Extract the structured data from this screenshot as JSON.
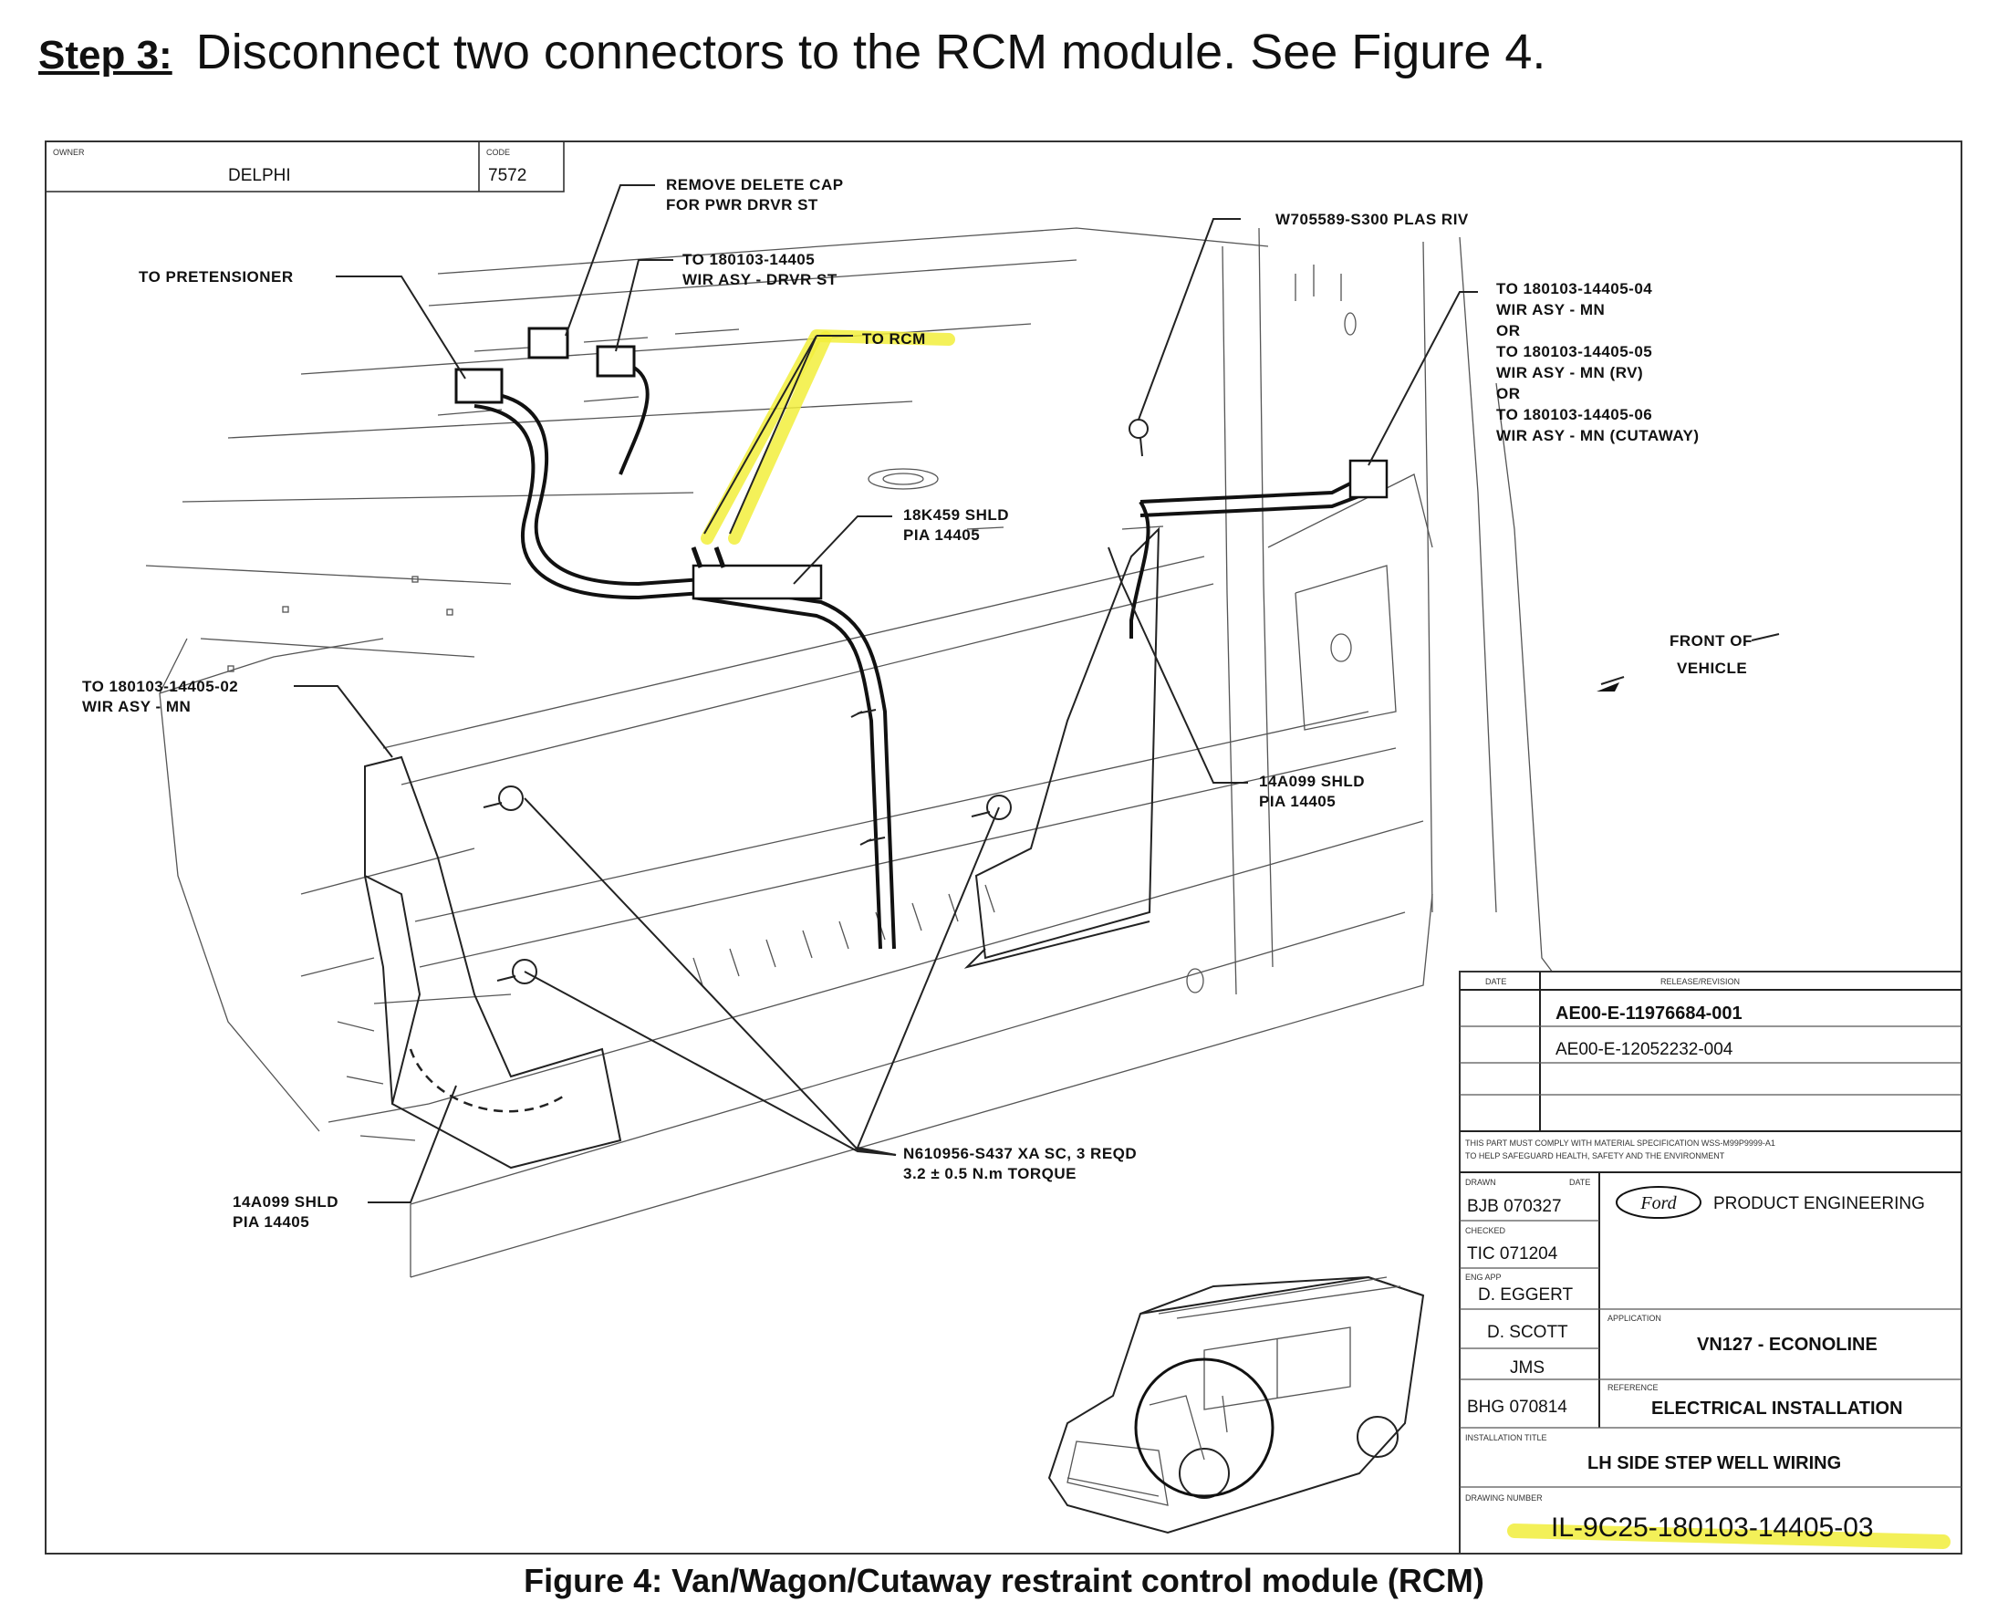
{
  "step": {
    "label": "Step 3:",
    "text": "Disconnect two connectors to the RCM module.  See Figure 4."
  },
  "caption": "Figure 4: Van/Wagon/Cutaway restraint control module (RCM)",
  "drawing": {
    "owner_header": "OWNER",
    "owner": "DELPHI",
    "code_header": "CODE",
    "code": "7572",
    "callouts": {
      "remove_cap": [
        "REMOVE DELETE CAP",
        "FOR PWR DRVR ST"
      ],
      "drvr_st": [
        "TO 180103-14405",
        "WIR ASY - DRVR ST"
      ],
      "pretensioner": "TO PRETENSIONER",
      "to_rcm": "TO RCM",
      "plas_riv": "W705589-S300 PLAS RIV",
      "mn_options": [
        "TO 180103-14405-04",
        "WIR ASY - MN",
        "OR",
        "TO 180103-14405-05",
        "WIR ASY - MN (RV)",
        "OR",
        "TO 180103-14405-06",
        "WIR ASY - MN (CUTAWAY)"
      ],
      "shld_18k": [
        "18K459 SHLD",
        "PIA 14405"
      ],
      "mn_02": [
        "TO 180103-14405-02",
        "WIR ASY - MN"
      ],
      "front": [
        "FRONT OF",
        "VEHICLE"
      ],
      "shld_14a_right": [
        "14A099 SHLD",
        "PIA 14405"
      ],
      "shld_14a_left": [
        "14A099 SHLD",
        "PIA 14405"
      ],
      "screw": [
        "N610956-S437 XA SC, 3 REQD",
        "3.2 ± 0.5 N.m TORQUE"
      ]
    }
  },
  "title_block": {
    "date_header": "DATE",
    "release_header": "RELEASE/REVISION",
    "revisions": [
      "AE00-E-11976684-001",
      "AE00-E-12052232-004"
    ],
    "compliance_note": [
      "THIS PART MUST COMPLY WITH MATERIAL SPECIFICATION WSS-M99P9999-A1",
      "TO HELP SAFEGUARD HEALTH, SAFETY AND THE ENVIRONMENT"
    ],
    "drawn_header": "DRAWN",
    "drawn_date_header": "DATE",
    "drawn": "BJB  070327",
    "checked_header": "CHECKED",
    "checked": "TIC  071204",
    "engapp_header": "ENG APP",
    "engapp": "D. EGGERT",
    "row4": "D. SCOTT",
    "row5": "JMS",
    "row6": "BHG  070814",
    "ford_logo": "Ford",
    "product_engineering": "PRODUCT ENGINEERING",
    "application_header": "APPLICATION",
    "application": "VN127 - ECONOLINE",
    "reference_header": "REFERENCE",
    "reference": "ELECTRICAL INSTALLATION",
    "installation_header": "INSTALLATION TITLE",
    "installation_title": "LH SIDE STEP WELL WIRING",
    "drawing_number_header": "DRAWING NUMBER",
    "drawing_number": "IL-9C25-180103-14405-03"
  },
  "colors": {
    "highlight": "#f2ee3c",
    "ink": "#111111"
  }
}
